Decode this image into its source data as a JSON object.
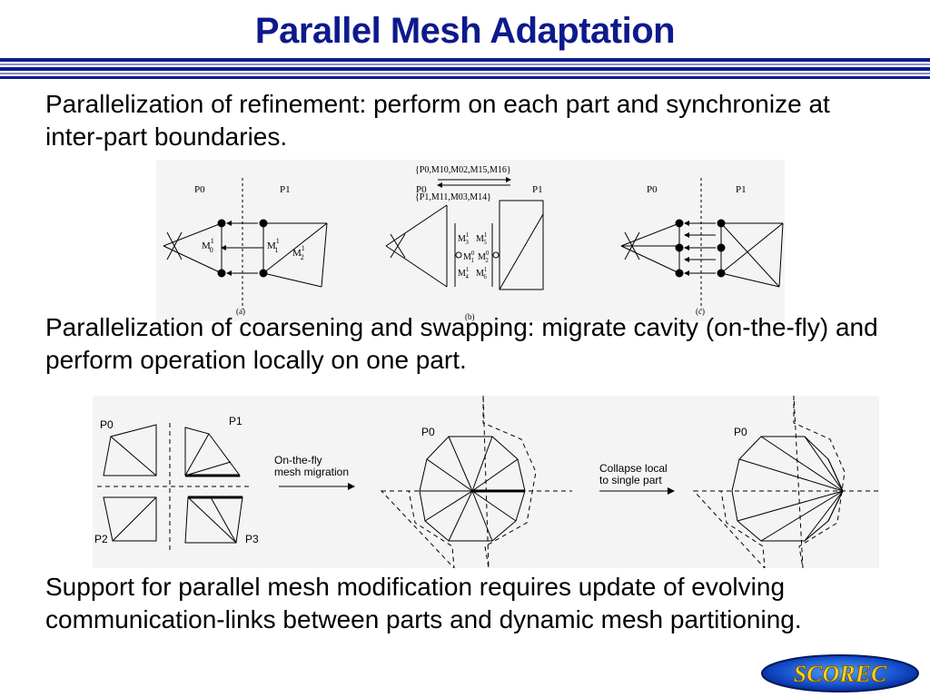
{
  "slide": {
    "title": "Parallel Mesh Adaptation",
    "paragraphs": [
      "Parallelization of refinement: perform on each part and synchronize at inter-part boundaries.",
      "Parallelization of coarsening and swapping: migrate cavity (on-the-fly) and perform operation locally on one part.",
      "Support for parallel mesh modification requires update of evolving communication-links between parts and dynamic mesh partitioning."
    ],
    "logo_text": "SCOREC"
  },
  "figure_refinement": {
    "panel_a": {
      "left_part": "P0",
      "right_part": "P1",
      "caption": "(a)"
    },
    "panel_b": {
      "left_part": "P0",
      "right_part": "P1",
      "caption": "(b)",
      "message_top": "{P0,M10,M02,M15,M16}",
      "message_bottom": "{P1,M11,M03,M14}"
    },
    "panel_c": {
      "left_part": "P0",
      "right_part": "P1",
      "caption": "(c)"
    }
  },
  "figure_coarsening": {
    "parts": [
      "P0",
      "P1",
      "P2",
      "P3"
    ],
    "arrow1_label": [
      "On-the-fly",
      "mesh migration"
    ],
    "arrow2_label": [
      "Collapse local",
      "to single part"
    ],
    "center_part": "P0",
    "right_part": "P0"
  },
  "colors": {
    "title": "#0d1a8c",
    "rule_dark": "#0d1a8c",
    "rule_light": "#8a90c8"
  }
}
